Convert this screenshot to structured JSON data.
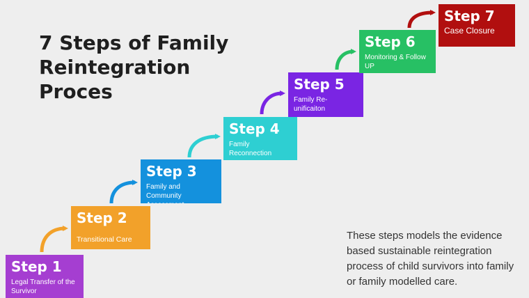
{
  "title": "7 Steps of Family Reintegration Proces",
  "steps": [
    {
      "label": "Step 1",
      "description": "Legal Transfer of the Survivor",
      "color": "#a53ed1"
    },
    {
      "label": "Step 2",
      "description": "Transitional Care",
      "color": "#f2a12a"
    },
    {
      "label": "Step 3",
      "description": "Family and Community Assessment",
      "color": "#1491dd"
    },
    {
      "label": "Step 4",
      "description": "Family Reconnection",
      "color": "#2ecfd2"
    },
    {
      "label": "Step 5",
      "description": "Family Re-unificaiton",
      "color": "#7a25e3"
    },
    {
      "label": "Step 6",
      "description": "Monitoring & Follow UP",
      "color": "#27c064"
    },
    {
      "label": "Step 7",
      "description": "Case Closure",
      "color": "#b10f0f"
    }
  ],
  "note": "These steps models the evidence based  sustainable reintegration process of child survivors into family or family modelled care."
}
